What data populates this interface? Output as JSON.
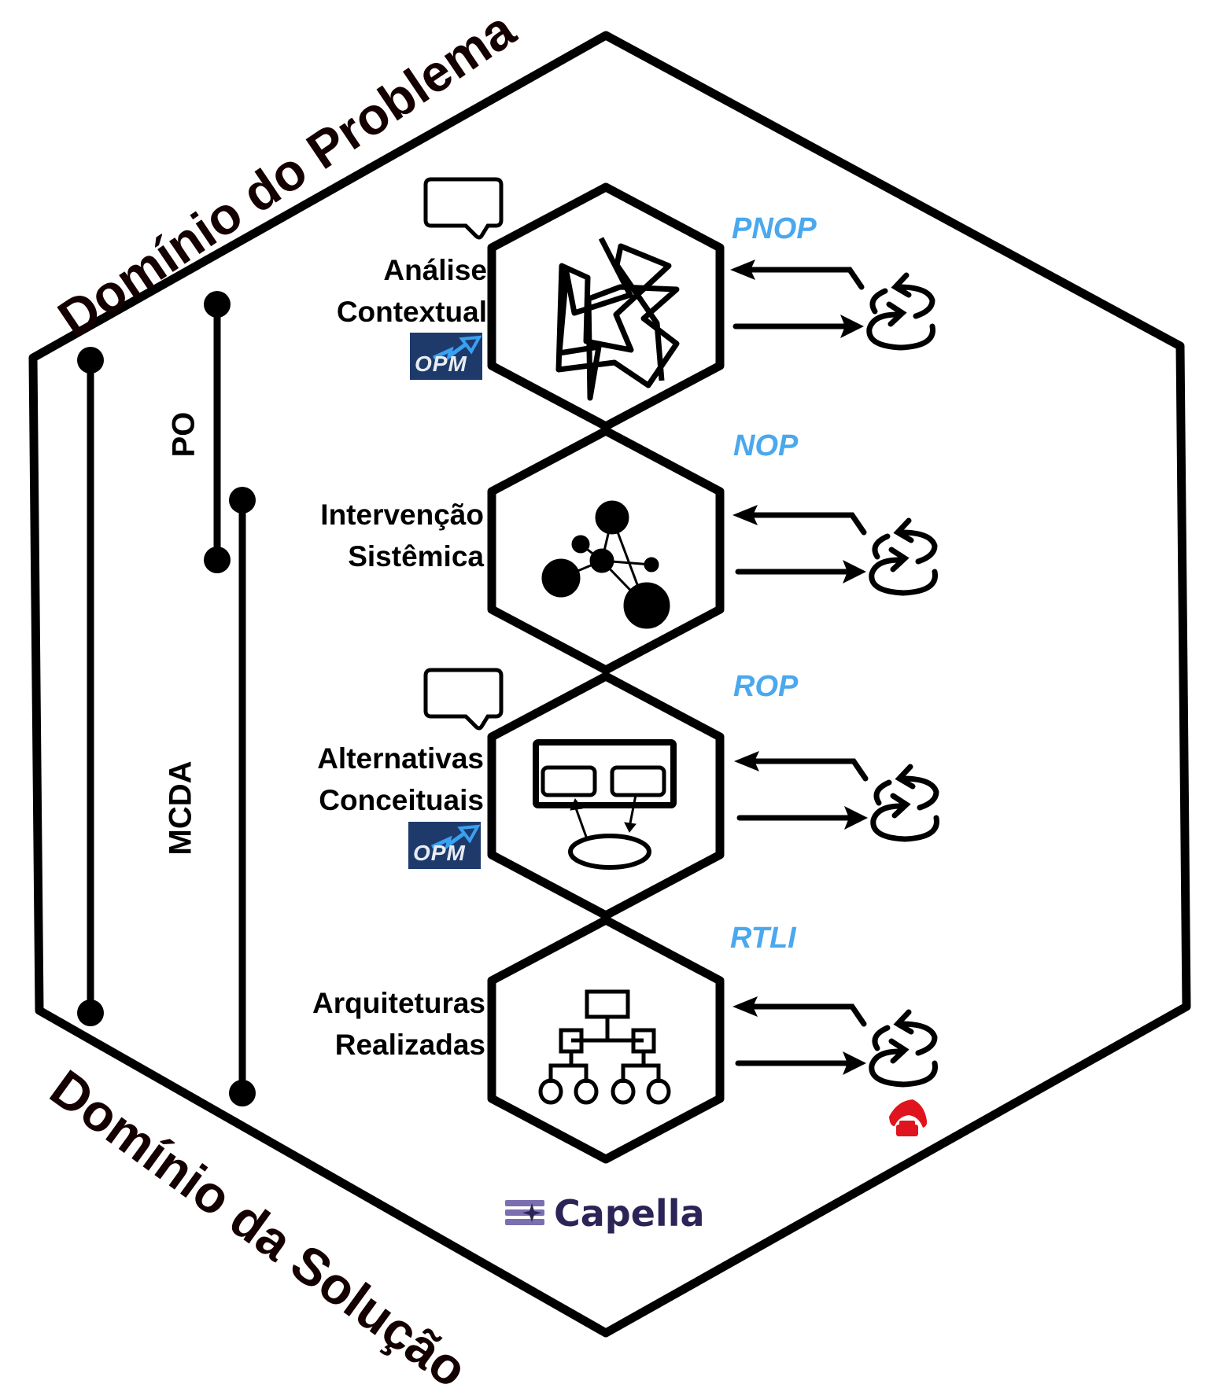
{
  "domains": {
    "problem": "Domínio do Problema",
    "solution": "Domínio da Solução"
  },
  "side_brackets": {
    "po": "PO",
    "mcda": "MCDA"
  },
  "stages": [
    {
      "line1": "Análise",
      "line2": "Contextual",
      "phase": "PNOP",
      "icon": "tangled-star-icon",
      "has_speech_bubble": true,
      "has_opm_logo": true
    },
    {
      "line1": "Intervenção",
      "line2": "Sistêmica",
      "phase": "NOP",
      "icon": "network-graph-icon",
      "has_speech_bubble": false,
      "has_opm_logo": false
    },
    {
      "line1": "Alternativas",
      "line2": "Conceituais",
      "phase": "ROP",
      "icon": "concept-model-icon",
      "has_speech_bubble": true,
      "has_opm_logo": true
    },
    {
      "line1": "Arquiteturas",
      "line2": "Realizadas",
      "phase": "RTLI",
      "icon": "hierarchy-tree-icon",
      "has_speech_bubble": false,
      "has_opm_logo": false
    }
  ],
  "logos": {
    "opm": "OPM",
    "capella": "Capella"
  },
  "colors": {
    "phase_text": "#4aa8ee",
    "opm_bg": "#1d3a6b",
    "opm_arrow": "#3aa0f0",
    "capella_text": "#2b2456",
    "capella_icon": "#7b6fb0",
    "hand_car_icon": "#e0141e",
    "domain_text": "#140000"
  }
}
